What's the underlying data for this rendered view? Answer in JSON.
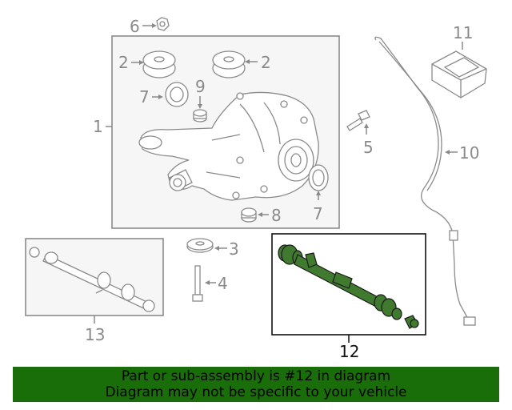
{
  "diagram": {
    "callouts": {
      "c1": "1",
      "c2a": "2",
      "c2b": "2",
      "c3": "3",
      "c4": "4",
      "c5": "5",
      "c6": "6",
      "c7a": "7",
      "c7b": "7",
      "c8": "8",
      "c9": "9",
      "c10": "10",
      "c11": "11",
      "c12": "12",
      "c13": "13"
    },
    "highlight_color": "#3f7a2e"
  },
  "banner": {
    "line1": "Part or sub-assembly is #12 in diagram",
    "line2": "Diagram may not be specific to your vehicle",
    "color": "#1a6e0a"
  }
}
